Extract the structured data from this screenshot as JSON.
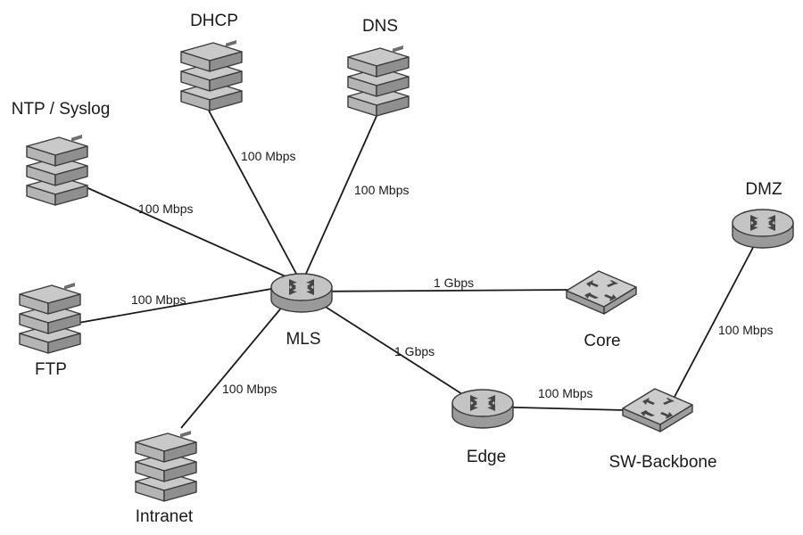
{
  "nodes": {
    "dhcp": {
      "label": "DHCP",
      "icon": "server-stack-icon"
    },
    "dns": {
      "label": "DNS",
      "icon": "server-stack-icon"
    },
    "ntp": {
      "label": "NTP / Syslog",
      "icon": "server-stack-icon"
    },
    "ftp": {
      "label": "FTP",
      "icon": "server-stack-icon"
    },
    "intranet": {
      "label": "Intranet",
      "icon": "server-stack-icon"
    },
    "mls": {
      "label": "MLS",
      "icon": "router-icon"
    },
    "core": {
      "label": "Core",
      "icon": "switch-icon"
    },
    "edge": {
      "label": "Edge",
      "icon": "router-icon"
    },
    "backbone": {
      "label": "SW-Backbone",
      "icon": "switch-icon"
    },
    "dmz": {
      "label": "DMZ",
      "icon": "router-icon"
    }
  },
  "links": {
    "mls_dhcp": {
      "label": "100 Mbps"
    },
    "mls_dns": {
      "label": "100 Mbps"
    },
    "mls_ntp": {
      "label": "100 Mbps"
    },
    "mls_ftp": {
      "label": "100 Mbps"
    },
    "mls_intranet": {
      "label": "100 Mbps"
    },
    "mls_core": {
      "label": "1 Gbps"
    },
    "mls_edge": {
      "label": "1 Gbps"
    },
    "edge_backbone": {
      "label": "100 Mbps"
    },
    "backbone_dmz": {
      "label": "100 Mbps"
    }
  }
}
